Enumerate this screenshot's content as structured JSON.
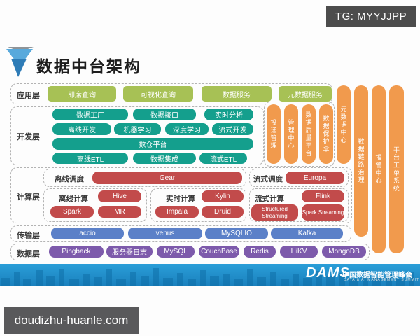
{
  "badge": "TG: MYYJJPP",
  "title": "数据中台架构",
  "layers": {
    "app": {
      "label": "应用层",
      "items": [
        "即席查询",
        "可视化查询",
        "数据服务",
        "元数据服务"
      ]
    },
    "dev": {
      "label": "开发层",
      "row1": [
        "数据工厂",
        "数据接口",
        "实时分析"
      ],
      "row2": [
        "离线开发",
        "机器学习",
        "深度学习",
        "流式开发"
      ],
      "platform": "数仓平台",
      "row4": [
        "离线ETL",
        "数据集成",
        "流式ETL"
      ]
    },
    "compute": {
      "label": "计算层",
      "offline_sched_label": "离线调度",
      "offline_sched_tool": "Gear",
      "stream_sched_label": "流式调度",
      "stream_sched_tool": "Europa",
      "offline_label": "离线计算",
      "offline_tools": [
        "Hive",
        "Spark",
        "MR"
      ],
      "realtime_label": "实时计算",
      "realtime_tools": [
        "Kylin",
        "Impala",
        "Druid"
      ],
      "stream_label": "流式计算",
      "stream_tools": [
        "Flink",
        "Structured Streaming",
        "Spark Streaming"
      ]
    },
    "transport": {
      "label": "传输层",
      "items": [
        "accio",
        "venus",
        "MySQLIO",
        "Kafka"
      ]
    },
    "data": {
      "label": "数据层",
      "items": [
        "Pingback",
        "服务器日志",
        "MySQL",
        "CouchBase",
        "Redis",
        "HiKV",
        "MongoDB"
      ]
    }
  },
  "sidebars": {
    "short": [
      "投递管理",
      "管理中心",
      "数据质量平台",
      "数据保护伞"
    ],
    "metadata_center": "元数据中心",
    "tall": [
      "数据链路治理",
      "报警中心",
      "平台工单系统"
    ]
  },
  "banner": {
    "logo": "DAMS",
    "title": "中国数据智能管理峰会",
    "subtitle": "DATA & AI MANAGEMENT SUMMIT"
  },
  "footer": {
    "site": "doudizhu-huanle.com"
  },
  "colors": {
    "app_green": "#a7c155",
    "dev_teal": "#149f8d",
    "compute_red": "#c24b4b",
    "transport_blue": "#5b80c8",
    "data_purple": "#7d5aab",
    "sidebar_orange": "#f19a4d",
    "banner_blue": "#1f8fc9",
    "badge_gray": "#4c4c4c"
  }
}
